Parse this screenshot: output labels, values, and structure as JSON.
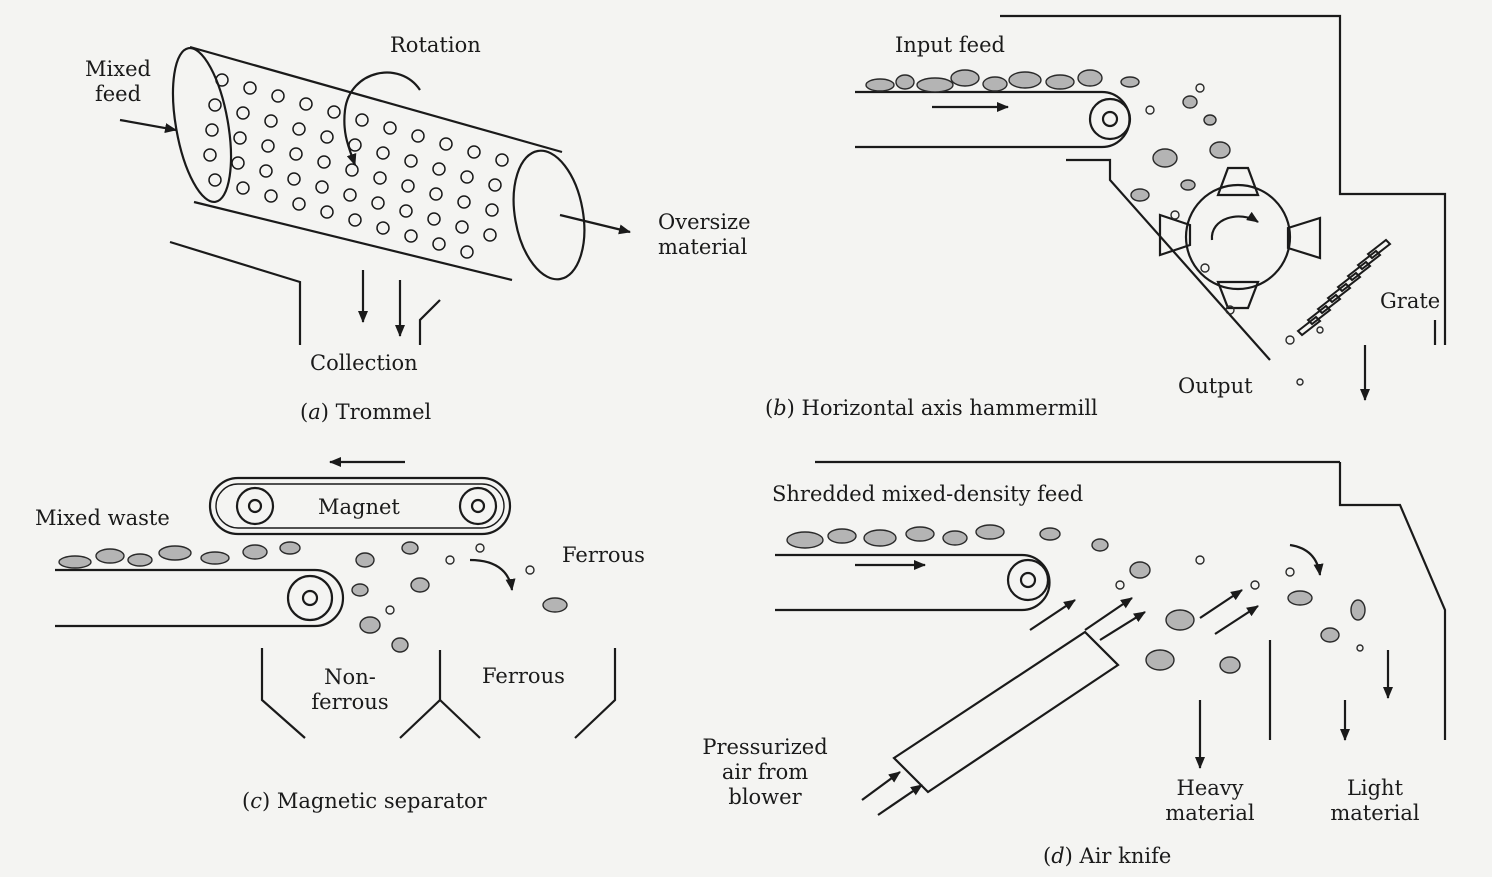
{
  "trommel": {
    "mixed_feed": [
      "Mixed",
      "feed"
    ],
    "rotation": "Rotation",
    "oversize": [
      "Oversize",
      "material"
    ],
    "collection": "Collection",
    "caption_letter": "a",
    "caption_text": "Trommel"
  },
  "hammermill": {
    "input_feed": "Input feed",
    "grate": "Grate",
    "output": "Output",
    "caption_letter": "b",
    "caption_text": "Horizontal axis hammermill"
  },
  "magnetic": {
    "mixed_waste": "Mixed waste",
    "magnet": "Magnet",
    "ferrous_top": "Ferrous",
    "non_ferrous": [
      "Non-",
      "ferrous"
    ],
    "ferrous_bottom": "Ferrous",
    "caption_letter": "c",
    "caption_text": "Magnetic separator"
  },
  "air_knife": {
    "feed": "Shredded mixed-density feed",
    "pressurized": [
      "Pressurized",
      "air from",
      "blower"
    ],
    "heavy": [
      "Heavy",
      "material"
    ],
    "light": [
      "Light",
      "material"
    ],
    "caption_letter": "d",
    "caption_text": "Air knife"
  }
}
